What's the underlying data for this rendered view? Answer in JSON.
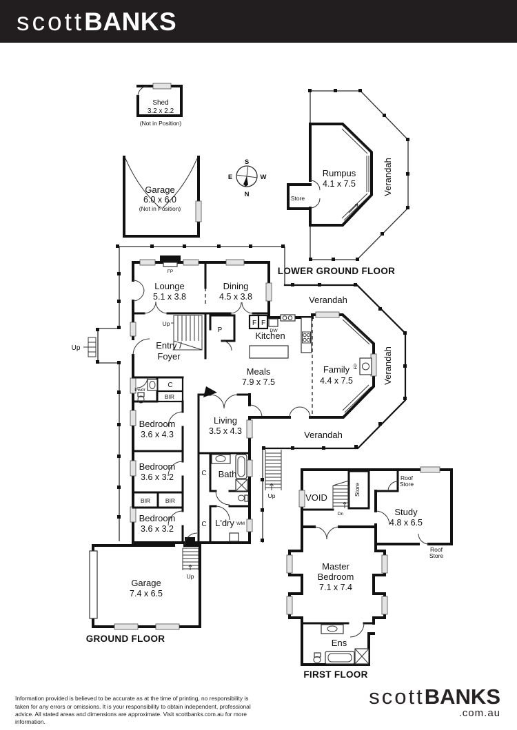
{
  "header": {
    "brand_light": "scott",
    "brand_bold": "BANKS"
  },
  "compass": {
    "n": "N",
    "s": "S",
    "e": "E",
    "w": "W"
  },
  "outbuildings": {
    "shed": {
      "name": "Shed",
      "dims": "3.2 x 2.2",
      "note": "(Not in Position)"
    },
    "garage": {
      "name": "Garage",
      "dims": "6.0 x 6.0",
      "note": "(Not in Position)"
    }
  },
  "markers": {
    "fp": "FP",
    "up": "Up",
    "dn": "Dn",
    "pantry": "P",
    "fridge": "F",
    "dishwasher": "DW",
    "cupboard": "C",
    "robe": "BIR",
    "washing_machine": "WM",
    "powder": "Pwdr",
    "verandah": "Verandah",
    "store": "Store",
    "roof": "Roof",
    "void": "VOID",
    "ensuite": "Ens"
  },
  "lower_ground_floor": {
    "label": "LOWER GROUND FLOOR",
    "rumpus": {
      "name": "Rumpus",
      "dims": "4.1 x 7.5"
    }
  },
  "ground_floor": {
    "label": "GROUND FLOOR",
    "lounge": {
      "name": "Lounge",
      "dims": "5.1 x 3.8"
    },
    "dining": {
      "name": "Dining",
      "dims": "4.5 x 3.8"
    },
    "entry": {
      "line1": "Entry /",
      "line2": "Foyer"
    },
    "kitchen": {
      "name": "Kitchen"
    },
    "meals": {
      "name": "Meals",
      "dims": "7.9 x 7.5"
    },
    "family": {
      "name": "Family",
      "dims": "4.4 x 7.5"
    },
    "living": {
      "name": "Living",
      "dims": "3.5 x 4.3"
    },
    "bath": {
      "name": "Bath"
    },
    "laundry": {
      "name": "L'dry"
    },
    "bedroom1": {
      "name": "Bedroom",
      "dims": "3.6 x 4.3"
    },
    "bedroom2": {
      "name": "Bedroom",
      "dims": "3.6 x 3.2"
    },
    "bedroom3": {
      "name": "Bedroom",
      "dims": "3.6 x 3.2"
    },
    "garage": {
      "name": "Garage",
      "dims": "7.4 x 6.5"
    }
  },
  "first_floor": {
    "label": "FIRST FLOOR",
    "study": {
      "name": "Study",
      "dims": "4.8 x 6.5"
    },
    "master": {
      "line1": "Master",
      "line2": "Bedroom",
      "dims": "7.1 x 7.4"
    }
  },
  "footer": {
    "disclaimer_line1": "Information provided is believed to be accurate as at the time of printing, no responsibility is taken for any",
    "disclaimer_line2": "errors or omissions. It is your responsibility to obtain independent, professional advice. All stated areas and",
    "disclaimer_line3": "dimensions are approximate. Visit scottbanks.com.au for more information.",
    "brand_light": "scott",
    "brand_bold": "BANKS",
    "brand_domain": ".com.au"
  }
}
